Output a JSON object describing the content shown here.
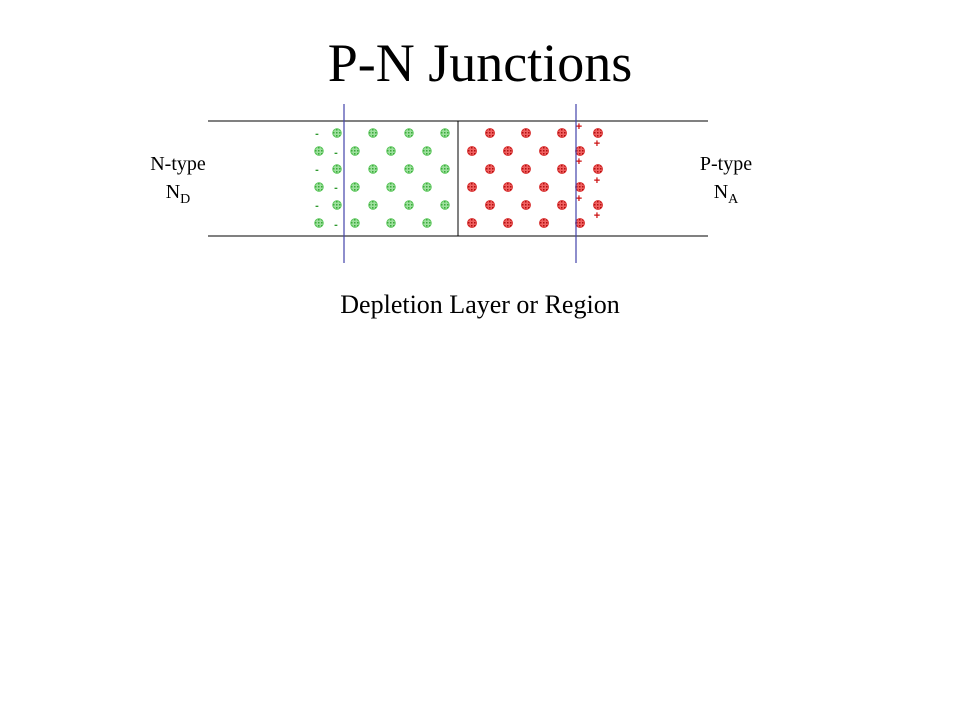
{
  "title": "P-N Junctions",
  "n_side": {
    "label": "N-type",
    "concentration_symbol": "N",
    "concentration_subscript": "D"
  },
  "p_side": {
    "label": "P-type",
    "concentration_symbol": "N",
    "concentration_subscript": "A"
  },
  "caption": "Depletion Layer or Region",
  "charges": {
    "negative": "-",
    "positive": "+"
  },
  "colors": {
    "donor_dot": "#4fc24f",
    "acceptor_dot": "#d42020",
    "negative_charge": "#2f9a2f",
    "positive_charge": "#cc1010",
    "depletion_boundary": "#4444aa",
    "outline": "#000000"
  }
}
